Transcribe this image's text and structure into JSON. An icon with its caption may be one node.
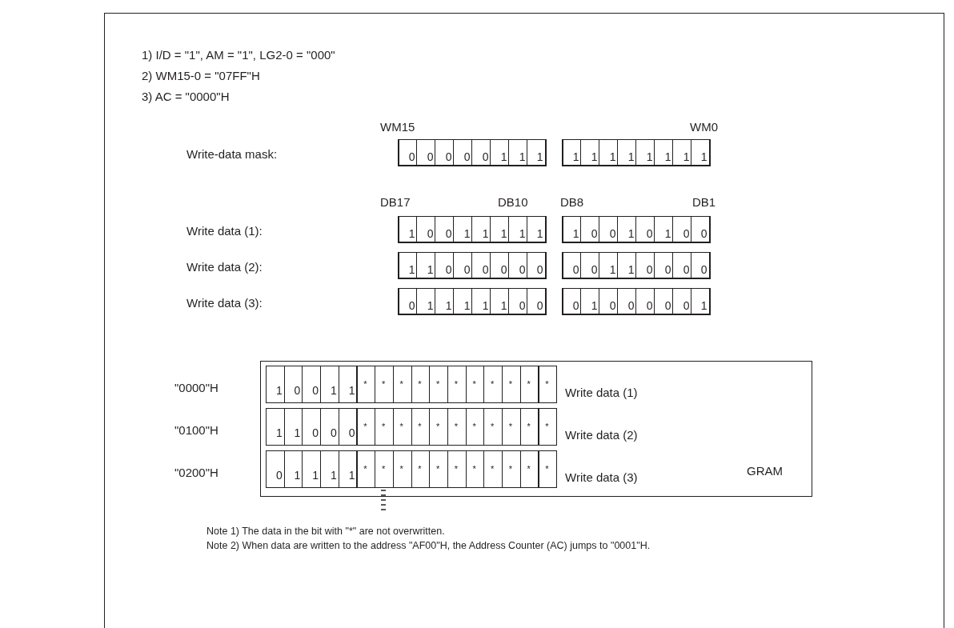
{
  "diagram": {
    "nodes": [
      {
        "text": [
          "GRAM"
        ]
      }
    ],
    "labels": [
      "1) I/D = \"1\", AM = \"1\", LG2-0 = \"000\"",
      "2) WM15-0 = \"07FF\"H",
      "3) AC = \"0000\"H",
      "WM15",
      "WM0",
      "Write-data mask:",
      "0",
      "0",
      "0",
      "0",
      "0",
      "1",
      "1",
      "1",
      "1",
      "1",
      "1",
      "1",
      "1",
      "1",
      "1",
      "1",
      "DB17",
      "DB10",
      "DB8",
      "DB1",
      "Write data (1):",
      "1",
      "0",
      "0",
      "1",
      "1",
      "1",
      "1",
      "1",
      "1",
      "0",
      "0",
      "1",
      "0",
      "1",
      "0",
      "0",
      "Write data (2):",
      "1",
      "1",
      "0",
      "0",
      "0",
      "0",
      "0",
      "0",
      "0",
      "0",
      "1",
      "1",
      "0",
      "0",
      "0",
      "0",
      "Write data (3):",
      "0",
      "1",
      "1",
      "1",
      "1",
      "1",
      "0",
      "0",
      "0",
      "1",
      "0",
      "0",
      "0",
      "0",
      "0",
      "1",
      "\"0000\"H",
      "1",
      "0",
      "0",
      "1",
      "1",
      "*",
      "*",
      "*",
      "*",
      "*",
      "*",
      "*",
      "*",
      "*",
      "*",
      "*",
      "Write data (1)",
      "\"0100\"H",
      "1",
      "1",
      "0",
      "0",
      "0",
      "*",
      "*",
      "*",
      "*",
      "*",
      "*",
      "*",
      "*",
      "*",
      "*",
      "*",
      "Write data (2)",
      "\"0200\"H",
      "0",
      "1",
      "1",
      "1",
      "1",
      "*",
      "*",
      "*",
      "*",
      "*",
      "*",
      "*",
      "*",
      "*",
      "*",
      "*",
      "Write data (3)",
      "Note 1) The data in the bit with \"*\" are not overwritten.",
      "Note 2) When data are written to the address \"AF00\"H, the Address Counter (AC) jumps to \"0001\"H."
    ]
  }
}
